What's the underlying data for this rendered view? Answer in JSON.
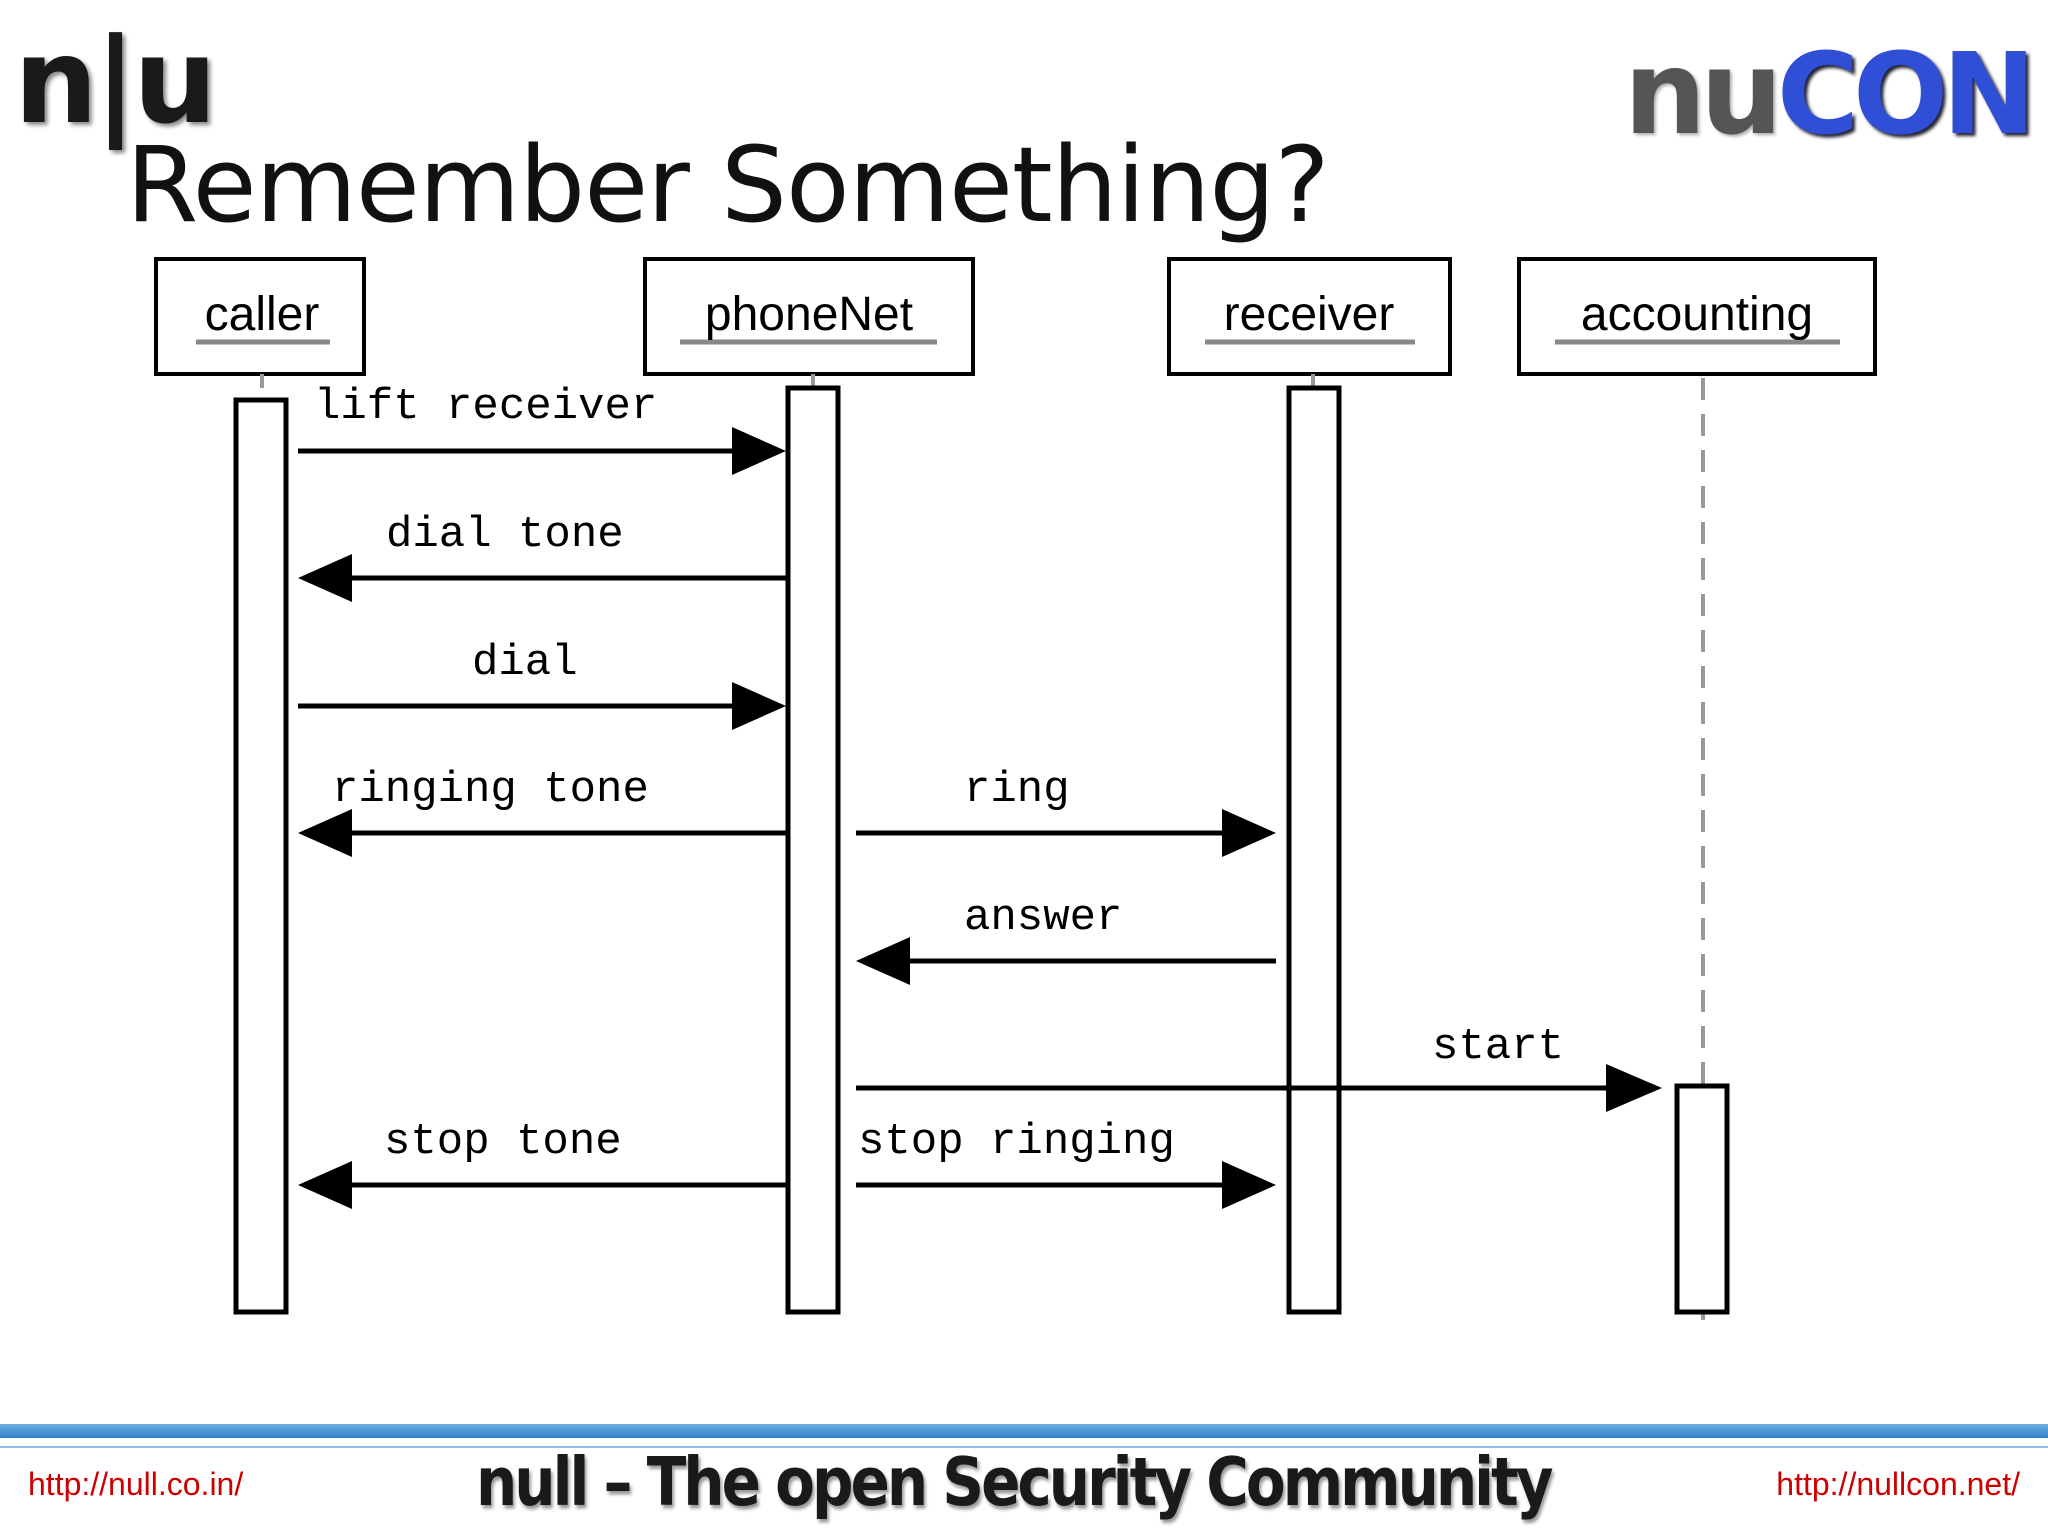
{
  "header": {
    "logo_left": "n|u",
    "logo_right_prefix": "nu",
    "logo_right_suffix": "CON"
  },
  "slide": {
    "title": "Remember Something?"
  },
  "diagram": {
    "participants": [
      {
        "name": "caller"
      },
      {
        "name": "phoneNet"
      },
      {
        "name": "receiver"
      },
      {
        "name": "accounting"
      }
    ],
    "messages": [
      {
        "label": "lift receiver",
        "from": "caller",
        "to": "phoneNet"
      },
      {
        "label": "dial tone",
        "from": "phoneNet",
        "to": "caller"
      },
      {
        "label": "dial",
        "from": "caller",
        "to": "phoneNet"
      },
      {
        "label": "ringing tone",
        "from": "phoneNet",
        "to": "caller"
      },
      {
        "label": "ring",
        "from": "phoneNet",
        "to": "receiver"
      },
      {
        "label": "answer",
        "from": "receiver",
        "to": "phoneNet"
      },
      {
        "label": "start",
        "from": "phoneNet",
        "to": "accounting"
      },
      {
        "label": "stop tone",
        "from": "phoneNet",
        "to": "caller"
      },
      {
        "label": "stop ringing",
        "from": "phoneNet",
        "to": "receiver"
      }
    ],
    "colors": {
      "line": "#000000",
      "lifeline_dashed": "#999999"
    }
  },
  "footer": {
    "url_left": "http://null.co.in/",
    "tagline": "null – The open Security Community",
    "url_right": "http://nullcon.net/",
    "bar_color": "#2f7fc7",
    "url_color": "#cc0000"
  }
}
